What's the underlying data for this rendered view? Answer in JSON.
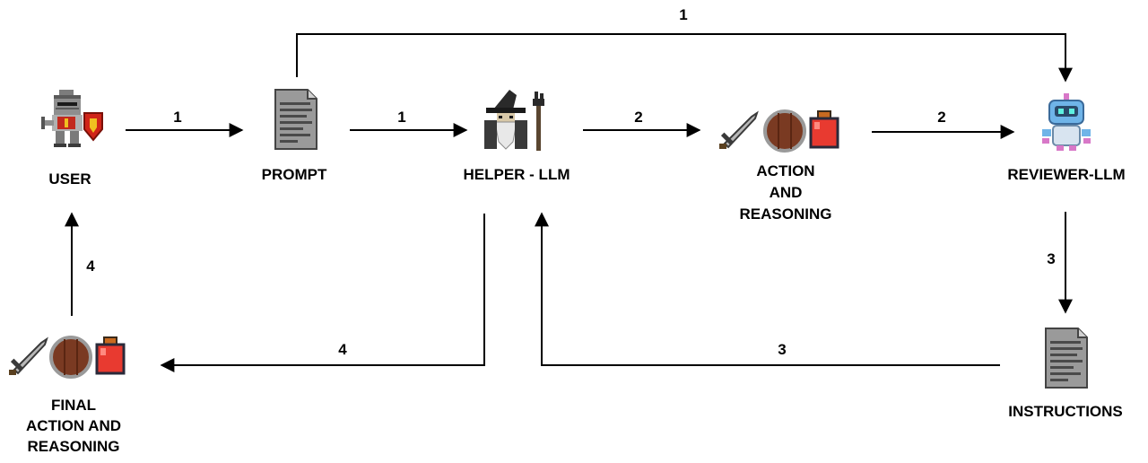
{
  "nodes": {
    "user": {
      "label": "USER",
      "icon": "knight-icon"
    },
    "prompt": {
      "label": "PROMPT",
      "icon": "document-icon"
    },
    "helper": {
      "label": "HELPER - LLM",
      "icon": "wizard-icon"
    },
    "action": {
      "lines": [
        "ACTION",
        "AND",
        "REASONING"
      ],
      "icons": [
        "sword-icon",
        "shield-icon",
        "potion-icon"
      ]
    },
    "reviewer": {
      "label": "REVIEWER-LLM",
      "icon": "robot-icon"
    },
    "instructions": {
      "label": "INSTRUCTIONS",
      "icon": "document-icon"
    },
    "final": {
      "lines": [
        "FINAL",
        "ACTION AND",
        "REASONING"
      ],
      "icons": [
        "sword-icon",
        "shield-icon",
        "potion-icon"
      ]
    }
  },
  "edges": {
    "prompt_to_reviewer": "1",
    "user_to_prompt": "1",
    "prompt_to_helper": "1",
    "helper_to_action": "2",
    "action_to_reviewer": "2",
    "reviewer_to_instructions": "3",
    "instructions_to_helper": "3",
    "helper_to_final": "4",
    "final_to_user": "4"
  },
  "colors": {
    "line": "#000000",
    "robot_body": "#6fb4e8",
    "robot_antenna": "#d878c8",
    "potion_red": "#e83a30",
    "shield_brown": "#7a3a22",
    "knight_shield_red": "#d02418"
  }
}
